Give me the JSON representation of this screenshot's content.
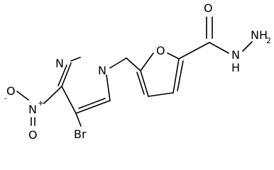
{
  "molecule": {
    "atoms": {
      "n_ring_top": "N",
      "n_ring_right": "N",
      "n_nitro": "N",
      "nitro_plus": "+",
      "o_nitro_top": "O",
      "o_nitro_bottom": "O",
      "o_nitro_minus": "-",
      "bromine": "Br",
      "o_furan": "O",
      "o_carbonyl": "O",
      "n_hydrazide": "N",
      "h_hydrazide": "H",
      "nh2": "NH",
      "nh2_sub": "2"
    }
  }
}
